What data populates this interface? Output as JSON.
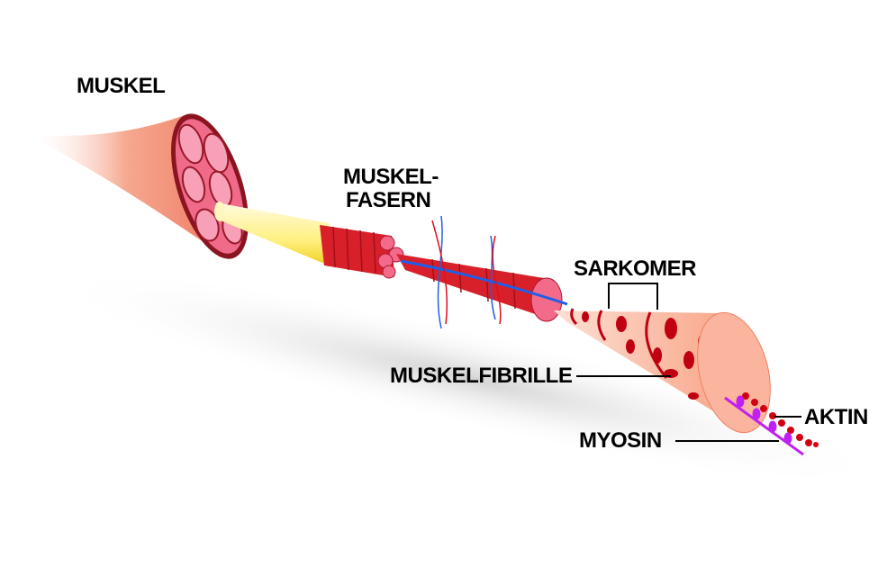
{
  "labels": {
    "muskel": "MUSKEL",
    "muskelfasern_line1": "MUSKEL-",
    "muskelfasern_line2": "FASERN",
    "sarkomer": "SARKOMER",
    "muskelfibrille": "MUSKELFIBRILLE",
    "aktin": "AKTIN",
    "myosin": "MYOSIN"
  },
  "colors": {
    "muscle": "#f4907a",
    "muscle_face": "#f06a8a",
    "tendon": "#fff3a0",
    "fiber": "#d8202a",
    "vessel_blue": "#1f5fe8",
    "fibril": "#f9a88e",
    "fibril_spots": "#c00010",
    "myosin": "#c020f0",
    "aktin": "#d40010"
  }
}
